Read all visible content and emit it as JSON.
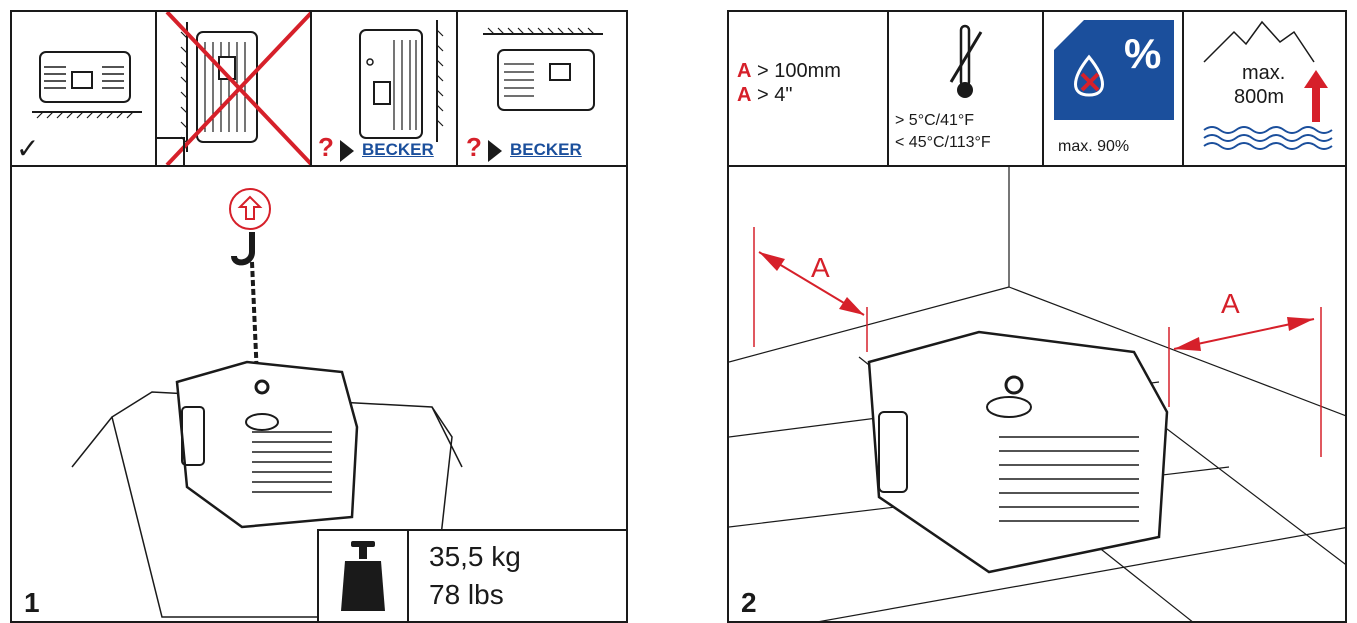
{
  "panel1": {
    "step": "1",
    "checkmark": "✓",
    "brand": "BECKER",
    "question": "?",
    "weight_kg": "35,5 kg",
    "weight_lbs": "78 lbs"
  },
  "panel2": {
    "step": "2",
    "clearance_label": "A",
    "clearance_mm": " > 100mm",
    "clearance_in": " > 4\"",
    "temp_min": "> 5°C/41°F",
    "temp_max": "< 45°C/113°F",
    "humidity": "max. 90%",
    "percent_symbol": "%",
    "altitude_max": "max.",
    "altitude_value": "800m",
    "dim_a_left": "A",
    "dim_a_right": "A"
  },
  "colors": {
    "red": "#d6202a",
    "blue": "#1b4f9c",
    "line": "#1a1a1a"
  }
}
